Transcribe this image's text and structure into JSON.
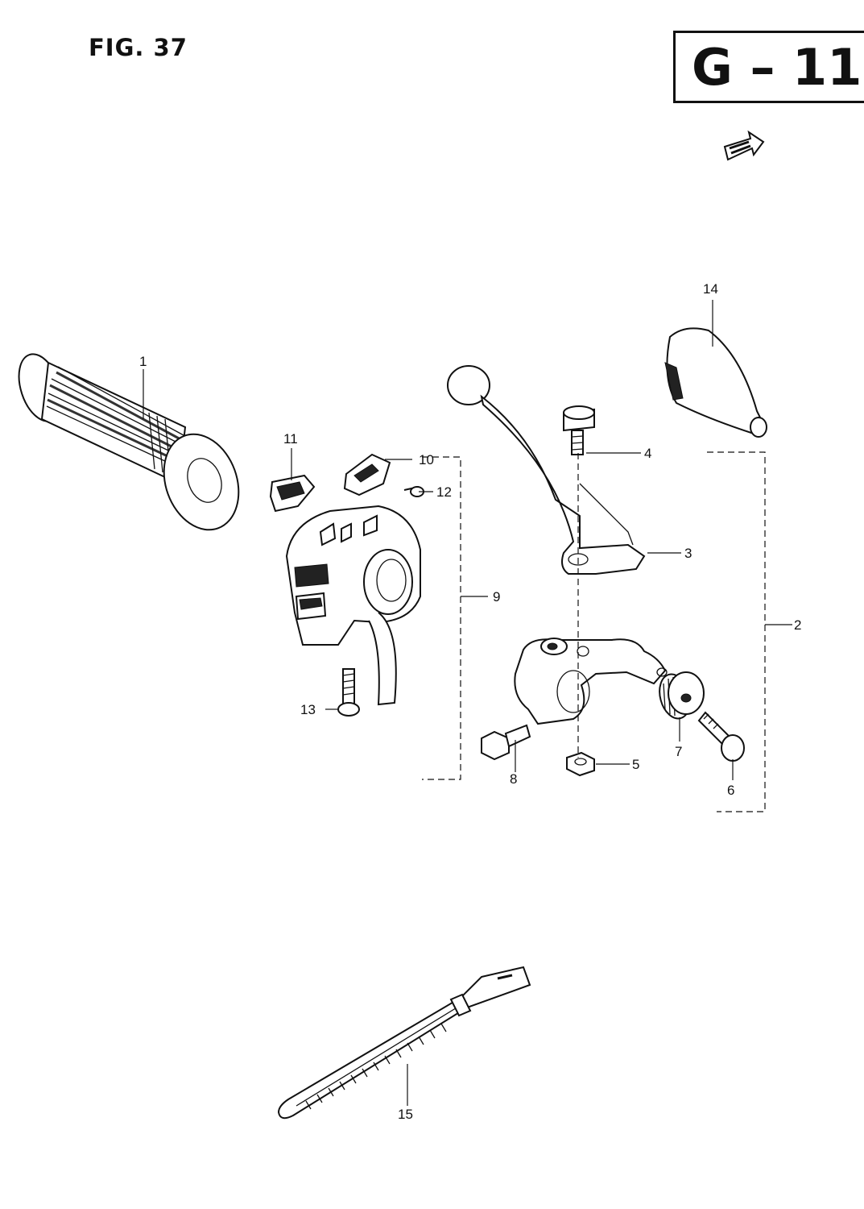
{
  "figure": {
    "title": "FIG. 37",
    "section_code": "G – 11"
  },
  "labels": {
    "p1": "1",
    "p2": "2",
    "p3": "3",
    "p4": "4",
    "p5": "5",
    "p6": "6",
    "p7": "7",
    "p8": "8",
    "p9": "9",
    "p10": "10",
    "p11": "11",
    "p12": "12",
    "p13": "13",
    "p14": "14",
    "p15": "15"
  },
  "icons": {
    "direction": "arrow-right-icon"
  }
}
